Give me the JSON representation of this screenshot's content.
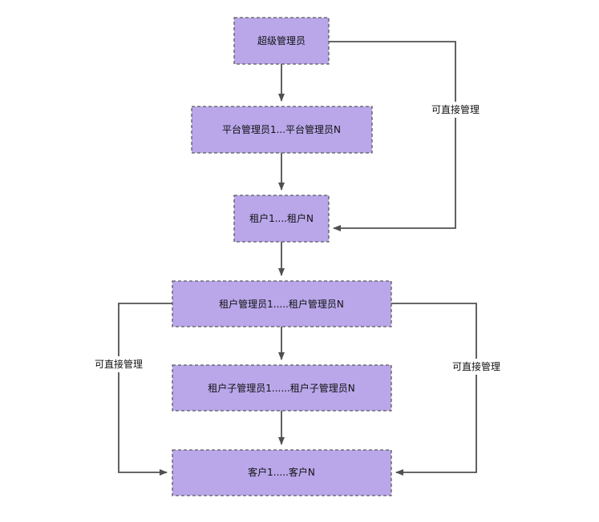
{
  "nodes": {
    "super_admin": "超级管理员",
    "platform_admins": "平台管理员1...平台管理员N",
    "tenants": "租户1....租户N",
    "tenant_admins": "租户管理员1.....租户管理员N",
    "tenant_sub_admins": "租户子管理员1......租户子管理员N",
    "customers": "客户1.....客户N"
  },
  "edge_labels": {
    "super_to_tenants": "可直接管理",
    "tenant_admins_to_customers_left": "可直接管理",
    "tenant_admins_to_customers_right": "可直接管理"
  },
  "colors": {
    "node_fill": "#b9a7ea",
    "node_border": "#5b5b5b",
    "edge": "#505050"
  }
}
